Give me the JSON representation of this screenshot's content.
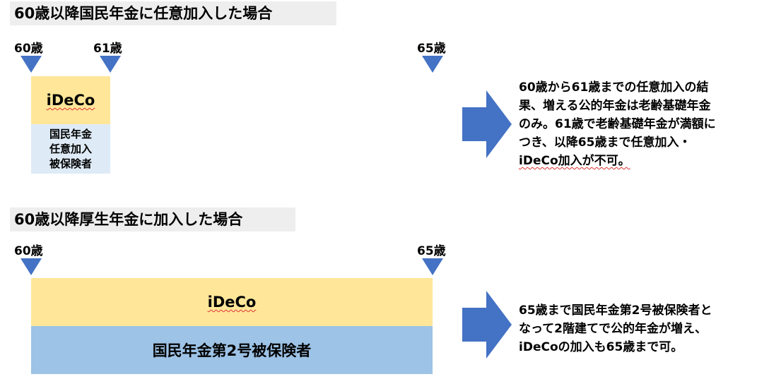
{
  "section1": {
    "title": "60歳以降国民年金に任意加入した場合",
    "ages": [
      "60歳",
      "61歳",
      "65歳"
    ],
    "ideco": "iDeCo",
    "member_lines": [
      "国民年金",
      "任意加入",
      "被保険者"
    ],
    "note_lines": [
      "60歳から61歳までの任意加入の結",
      "果、増える公的年金は老齢基礎年金",
      "のみ。61歳で老齢基礎年金が満額に",
      "つき、以降65歳まで任意加入・",
      "iDeCo加入が不可。"
    ]
  },
  "section2": {
    "title": "60歳以降厚生年金に加入した場合",
    "ages": [
      "60歳",
      "65歳"
    ],
    "ideco": "iDeCo",
    "member": "国民年金第2号被保険者",
    "note_lines": [
      "65歳まで国民年金第2号被保険者と",
      "なって2階建てで公的年金が増え、",
      "iDeCoの加入も65歳まで可。"
    ]
  },
  "colors": {
    "ideco_bg": "#ffe699",
    "member_bg_light": "#deebf7",
    "member_bg": "#9dc3e6",
    "marker": "#4472c4",
    "title_bg": "#eeeeee"
  }
}
